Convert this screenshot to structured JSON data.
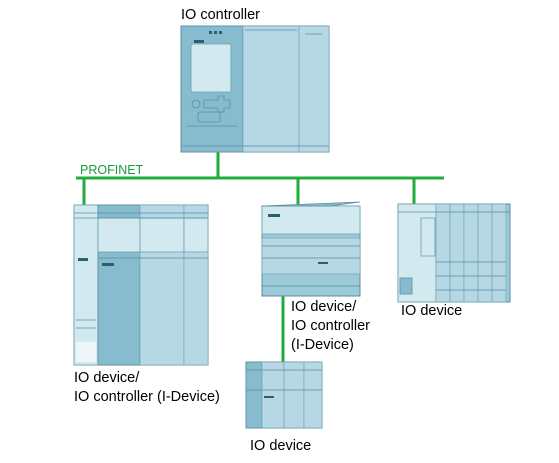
{
  "colors": {
    "network": "#1fae3c",
    "device_body": "#9ccad8",
    "device_dark": "#7fb3c4",
    "device_light": "#cde6ee",
    "device_edge": "#5a8fa2"
  },
  "network": {
    "label": "PROFINET"
  },
  "controller": {
    "label": "IO controller"
  },
  "device_left": {
    "line1": "IO device/",
    "line2": "IO controller (I-Device)"
  },
  "device_middle": {
    "line1": "IO device/",
    "line2": "IO controller",
    "line3": "(I-Device)"
  },
  "device_right": {
    "label": "IO device"
  },
  "device_bottom": {
    "label": "IO device"
  }
}
